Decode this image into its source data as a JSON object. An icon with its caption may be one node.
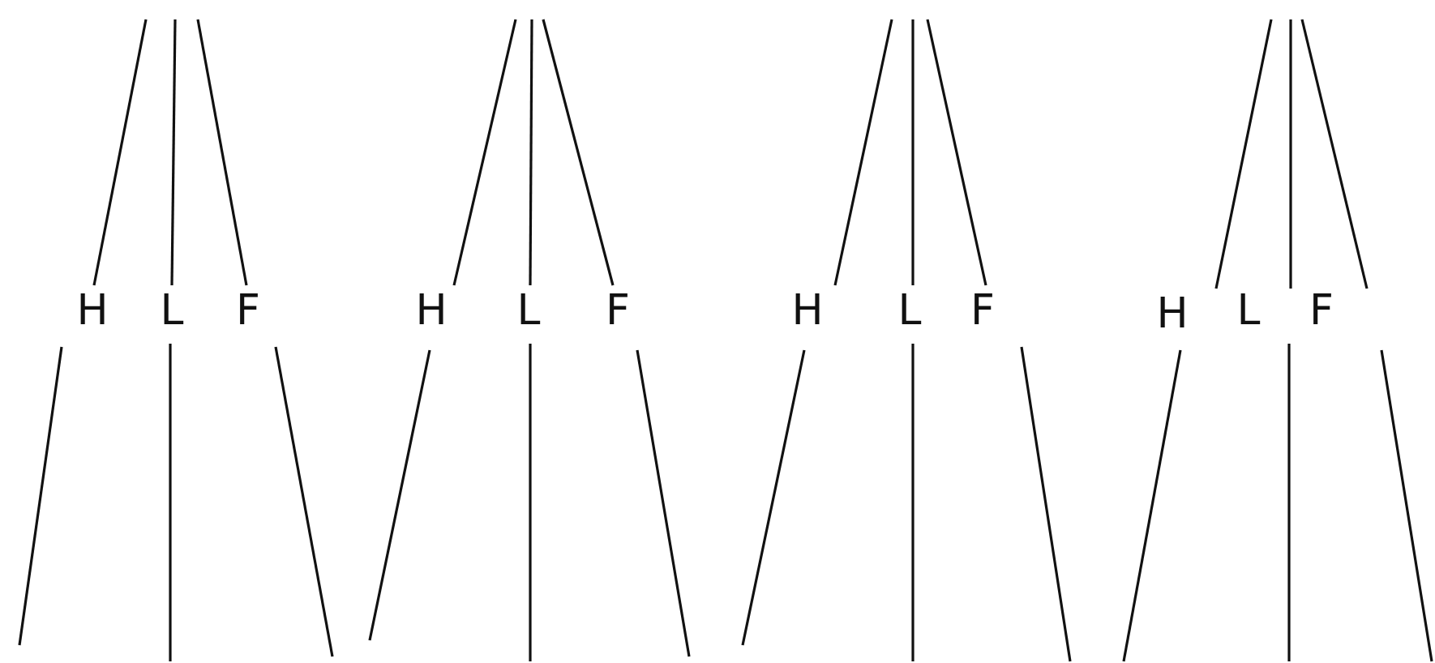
{
  "diagram": {
    "labels": [
      "H",
      "L",
      "F",
      "H",
      "L",
      "F",
      "H",
      "L",
      "F",
      "H",
      "L",
      "F"
    ]
  }
}
